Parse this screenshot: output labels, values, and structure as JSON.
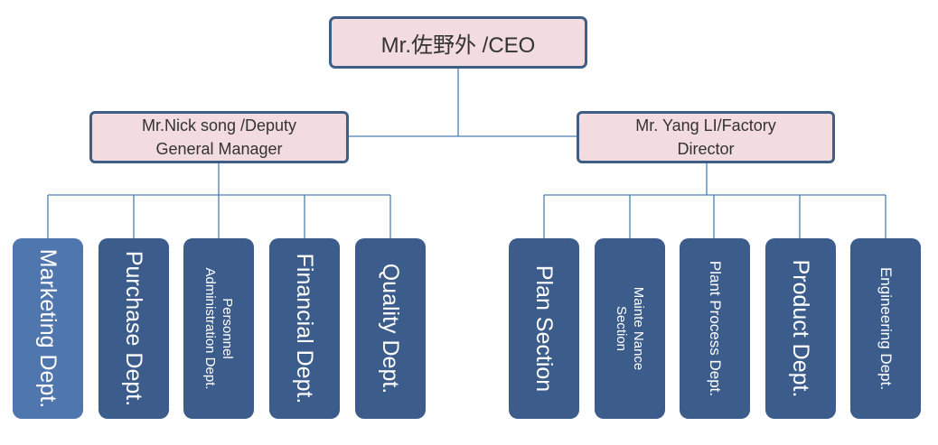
{
  "ceo": {
    "label": "Mr.佐野外 /CEO"
  },
  "managers": {
    "left": {
      "line1": "Mr.Nick song /Deputy",
      "line2": "General Manager"
    },
    "right": {
      "line1": "Mr. Yang LI/Factory",
      "line2": "Director"
    }
  },
  "departments_left": [
    {
      "label": "Marketing Dept."
    },
    {
      "label": "Purchase Dept."
    },
    {
      "line1": "Personnel",
      "line2": "Administration Dept."
    },
    {
      "label": "Financial Dept."
    },
    {
      "label": "Quality Dept."
    }
  ],
  "departments_right": [
    {
      "label": "Plan Section"
    },
    {
      "line1": "Mainte Nance",
      "line2": "Section"
    },
    {
      "label": "Plant Process Dept."
    },
    {
      "label": "Product Dept."
    },
    {
      "label": "Engineering Dept."
    }
  ],
  "colors": {
    "top_box_fill": "#f2dcdf",
    "top_box_border": "#3f5e86",
    "dept_fill": "#3c5d8c",
    "dept_fill_highlight": "#4f76ad",
    "connector": "#4b7fb3"
  }
}
